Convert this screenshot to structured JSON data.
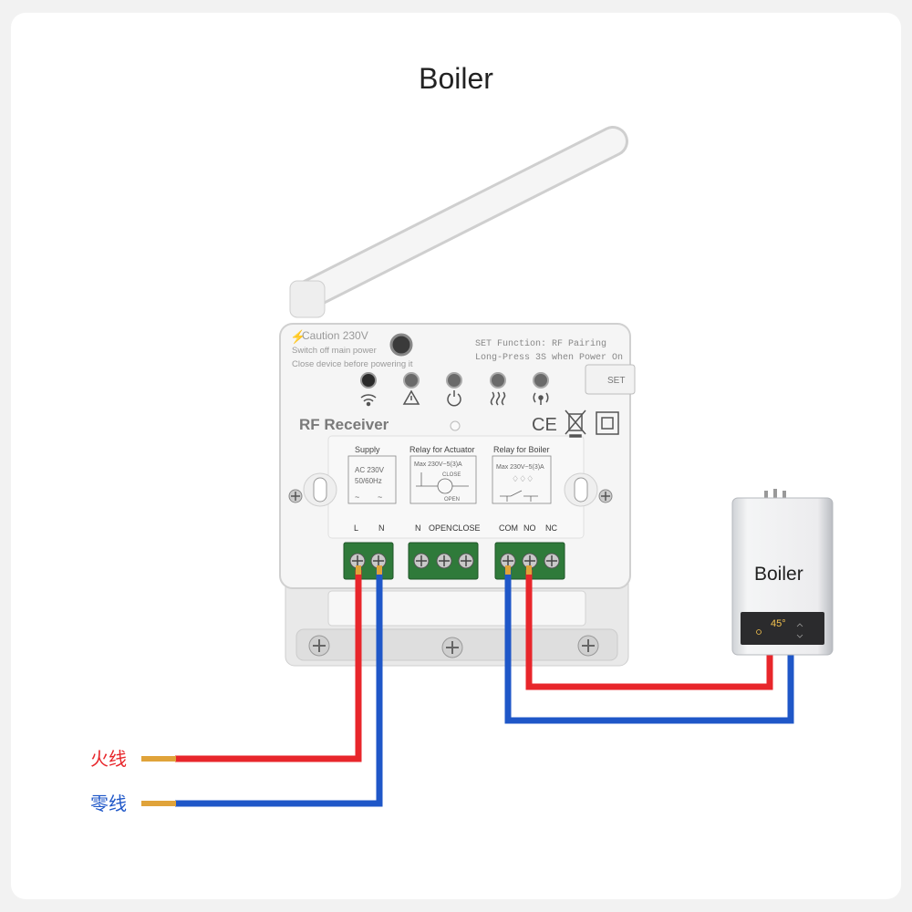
{
  "page": {
    "title": "Boiler"
  },
  "device": {
    "caution": "Caution 230V",
    "caution_note1": "Switch off main power",
    "caution_note2": "Close device before powering it",
    "set_function": "SET Function: RF Pairing",
    "set_note": "Long-Press 3S when Power On",
    "set_button": "SET",
    "brand": "RF Receiver",
    "ce_mark": "CE",
    "supply": {
      "heading": "Supply",
      "ac": "AC 230V",
      "freq": "50/60Hz",
      "terminals": [
        "L",
        "N"
      ]
    },
    "actuator": {
      "heading": "Relay for Actuator",
      "rating": "Max 230V~5(3)A",
      "close": "CLOSE",
      "open": "OPEN",
      "terminals": [
        "N",
        "OPEN",
        "CLOSE"
      ]
    },
    "boiler_relay": {
      "heading": "Relay for Boiler",
      "rating": "Max 230V~5(3)A",
      "terminals": [
        "COM",
        "NO",
        "NC"
      ]
    }
  },
  "boiler": {
    "label": "Boiler",
    "display": "45°"
  },
  "wires": {
    "live_label": "火线",
    "neutral_label": "零线",
    "live_color": "#e8262b",
    "neutral_color": "#1f57c8"
  }
}
